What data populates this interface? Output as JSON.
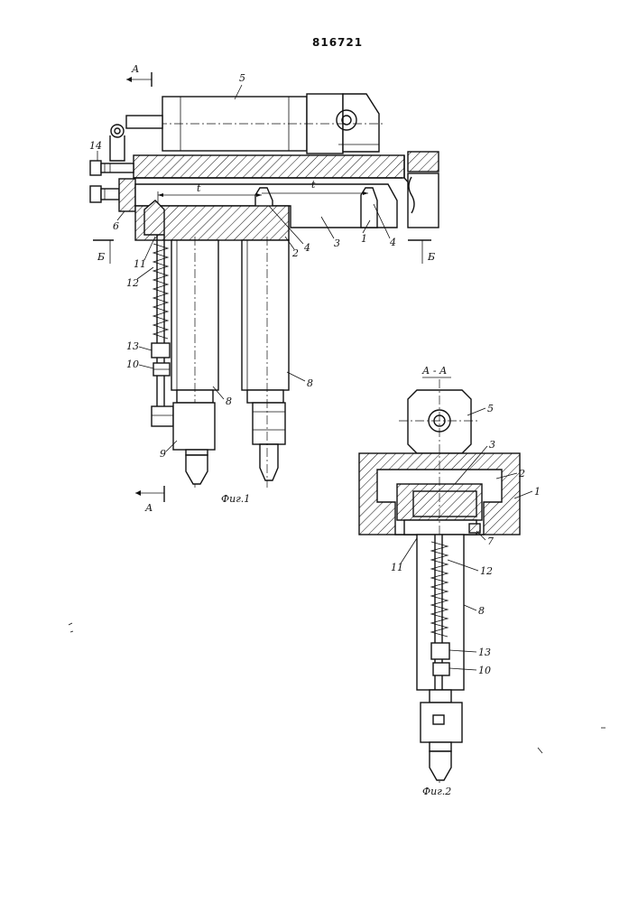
{
  "patent_number": "816721",
  "fig1": {
    "caption": "Фиг.1",
    "section_mark_a": "А",
    "section_mark_b": "Б",
    "dim_t": "t",
    "part_labels": [
      "5",
      "14",
      "6",
      "11",
      "12",
      "13",
      "10",
      "9",
      "8",
      "8",
      "2",
      "4",
      "3",
      "1",
      "4"
    ]
  },
  "fig2": {
    "caption": "Фиг.2",
    "section_title": "А - А",
    "part_labels": [
      "5",
      "3",
      "2",
      "1",
      "7",
      "11",
      "12",
      "8",
      "13",
      "10"
    ]
  }
}
